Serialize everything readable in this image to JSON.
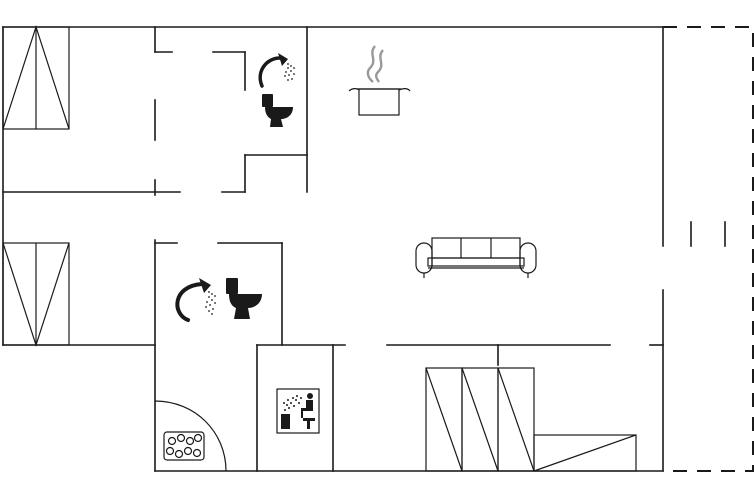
{
  "plan": {
    "rooms": [
      {
        "id": "bedroom-1",
        "furniture": [
          "double-bed"
        ]
      },
      {
        "id": "bedroom-2",
        "furniture": [
          "double-bed"
        ]
      },
      {
        "id": "bathroom-1",
        "fixtures": [
          "shower",
          "toilet"
        ]
      },
      {
        "id": "bathroom-2",
        "fixtures": [
          "shower",
          "toilet"
        ]
      },
      {
        "id": "living-area",
        "fixtures": [
          "kitchen",
          "sofa"
        ]
      },
      {
        "id": "sauna",
        "fixtures": [
          "sauna"
        ]
      },
      {
        "id": "whirlpool",
        "fixtures": [
          "whirlpool"
        ]
      },
      {
        "id": "sleeping-alcove",
        "furniture": [
          "bunk-beds",
          "single-bed"
        ]
      },
      {
        "id": "covered-terrace",
        "style": "dashed"
      }
    ],
    "icons": [
      "shower-icon",
      "toilet-icon",
      "cooking-pot-icon",
      "sofa-icon",
      "sauna-icon",
      "whirlpool-icon",
      "bed-icon"
    ],
    "colors": {
      "line": "#1a1a1a",
      "background": "#ffffff"
    }
  }
}
